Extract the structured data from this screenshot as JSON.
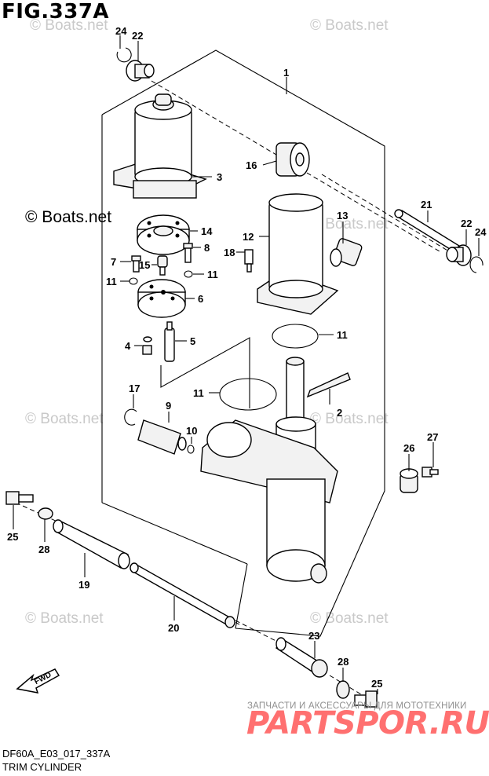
{
  "figure_title": "FIG.337A",
  "watermark_text": "© Boats.net",
  "copyright_main": "© Boats.net",
  "drawing_code": "DF60A_E03_017_337A",
  "caption": "TRIM CYLINDER",
  "direction_arrow": "FWD",
  "ru_tagline": "ЗАПЧАСТИ И АКСЕССУАРЫ ДЛЯ МОТОТЕХНИКИ",
  "ru_logo": "PARTSPOR.RU",
  "callouts": {
    "c24a": "24",
    "c22a": "22",
    "c1": "1",
    "c3": "3",
    "c16": "16",
    "c21": "21",
    "c22b": "22",
    "c24b": "24",
    "c13": "13",
    "c12": "12",
    "c14": "14",
    "c18": "18",
    "c8": "8",
    "c7": "7",
    "c15": "15",
    "c11a": "11",
    "c11b": "11",
    "c6": "6",
    "c11c": "11",
    "c4": "4",
    "c5": "5",
    "c2": "2",
    "c11d": "11",
    "c17": "17",
    "c9": "9",
    "c10": "10",
    "c27": "27",
    "c26": "26",
    "c25a": "25",
    "c28a": "28",
    "c19": "19",
    "c20": "20",
    "c23": "23",
    "c28b": "28",
    "c25b": "25"
  }
}
